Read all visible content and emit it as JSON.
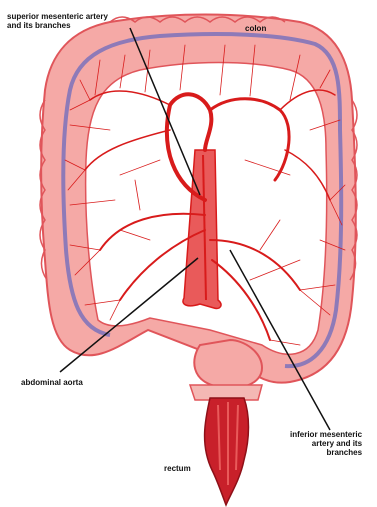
{
  "labels": {
    "sma_line1": "superior mesenteric artery",
    "sma_line2": "and its branches",
    "colon": "colon",
    "aorta": "abdominal aorta",
    "ima_line1": "inferior mesenteric",
    "ima_line2": "artery and its",
    "ima_line3": "branches",
    "rectum": "rectum"
  },
  "colors": {
    "colon_fill": "#f5a9a6",
    "colon_outline": "#e0555a",
    "mucosa_line": "#8e7ab8",
    "vessel": "#d81b1b",
    "vessel_light": "#e95a5a",
    "rectum": "#c8202a",
    "leader_line": "#111111"
  }
}
